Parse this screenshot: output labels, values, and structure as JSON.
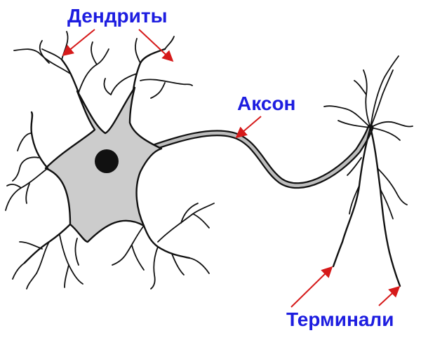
{
  "diagram": {
    "labels": {
      "dendrites": "Дендриты",
      "axon": "Аксон",
      "terminals": "Терминали"
    },
    "colors": {
      "label": "#1d1de0",
      "arrow": "#d61a1a",
      "outline": "#111111",
      "soma_fill": "#cccccc",
      "nucleus": "#111111",
      "axon_fill": "#bdbdbd"
    }
  }
}
